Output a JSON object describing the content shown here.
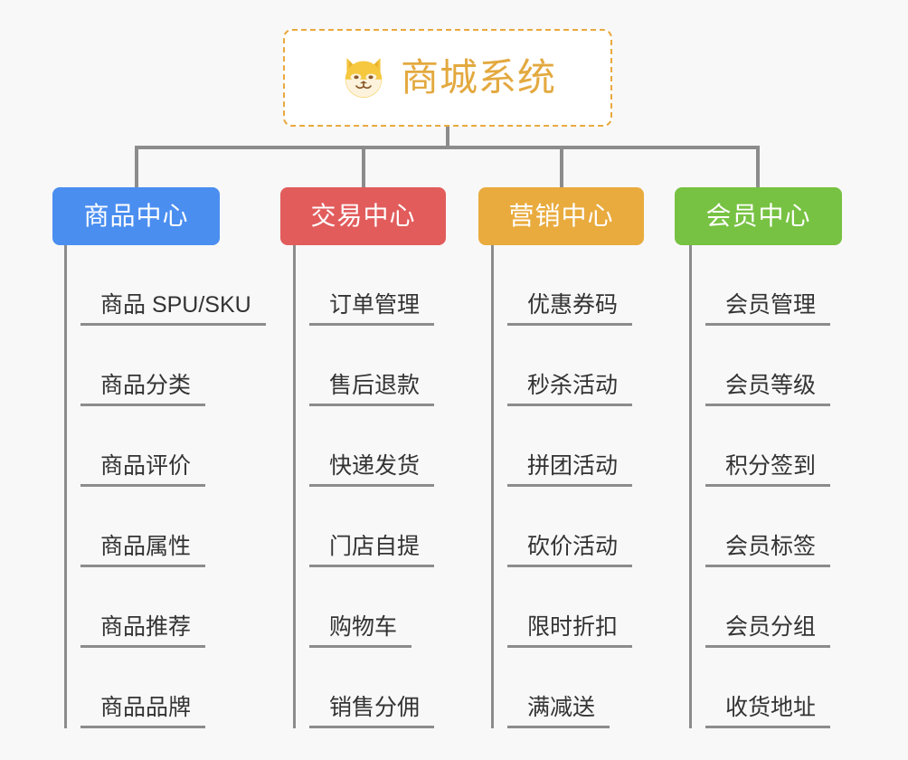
{
  "canvas": {
    "background_color": "#f8f8f8",
    "connector_color": "#8c8c8c"
  },
  "root": {
    "title": "商城系统",
    "icon": "shiba-dog-icon",
    "text_color": "#e3a93f",
    "border_color": "#e9a93e",
    "background_color": "#ffffff"
  },
  "branches": [
    {
      "id": "product-center",
      "label": "商品中心",
      "color": "#4a8ef0",
      "items": [
        {
          "label": "商品 SPU/SKU"
        },
        {
          "label": "商品分类"
        },
        {
          "label": "商品评价"
        },
        {
          "label": "商品属性"
        },
        {
          "label": "商品推荐"
        },
        {
          "label": "商品品牌"
        }
      ]
    },
    {
      "id": "trade-center",
      "label": "交易中心",
      "color": "#e25c5c",
      "items": [
        {
          "label": "订单管理"
        },
        {
          "label": "售后退款"
        },
        {
          "label": "快递发货"
        },
        {
          "label": "门店自提"
        },
        {
          "label": "购物车"
        },
        {
          "label": "销售分佣"
        }
      ]
    },
    {
      "id": "marketing-center",
      "label": "营销中心",
      "color": "#e9ab3e",
      "items": [
        {
          "label": "优惠券码"
        },
        {
          "label": "秒杀活动"
        },
        {
          "label": "拼团活动"
        },
        {
          "label": "砍价活动"
        },
        {
          "label": "限时折扣"
        },
        {
          "label": "满减送"
        }
      ]
    },
    {
      "id": "member-center",
      "label": "会员中心",
      "color": "#77c242",
      "items": [
        {
          "label": "会员管理"
        },
        {
          "label": "会员等级"
        },
        {
          "label": "积分签到"
        },
        {
          "label": "会员标签"
        },
        {
          "label": "会员分组"
        },
        {
          "label": "收货地址"
        }
      ]
    }
  ]
}
